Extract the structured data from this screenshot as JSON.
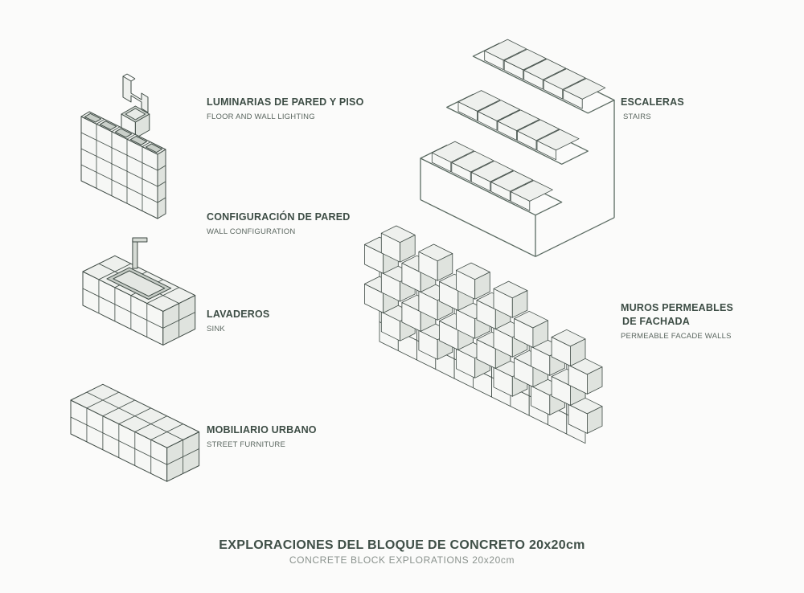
{
  "labels": {
    "lighting": {
      "es": "LUMINARIAS DE PARED Y PISO",
      "en": "FLOOR AND WALL LIGHTING"
    },
    "wall": {
      "es": "CONFIGURACIÓN DE PARED",
      "en": "WALL CONFIGURATION"
    },
    "sink": {
      "es": "LAVADEROS",
      "en": "SINK"
    },
    "furniture": {
      "es": "MOBILIARIO URBANO",
      "en": "STREET FURNITURE"
    },
    "stairs": {
      "es": "ESCALERAS",
      "en": "STAIRS"
    },
    "facade": {
      "es_line1": "MUROS PERMEABLES",
      "es_line2": "DE FACHADA",
      "en": "PERMEABLE FACADE WALLS"
    }
  },
  "footer": {
    "title": "EXPLORACIONES DEL BLOQUE DE CONCRETO 20x20cm",
    "subtitle": "CONCRETE BLOCK  EXPLORATIONS 20x20cm"
  },
  "colors": {
    "stroke": "#3e4a44",
    "face_top": "#eef0ed",
    "face_front": "#f6f7f5",
    "face_side": "#dfe3de",
    "frame": "#5b6b62"
  }
}
